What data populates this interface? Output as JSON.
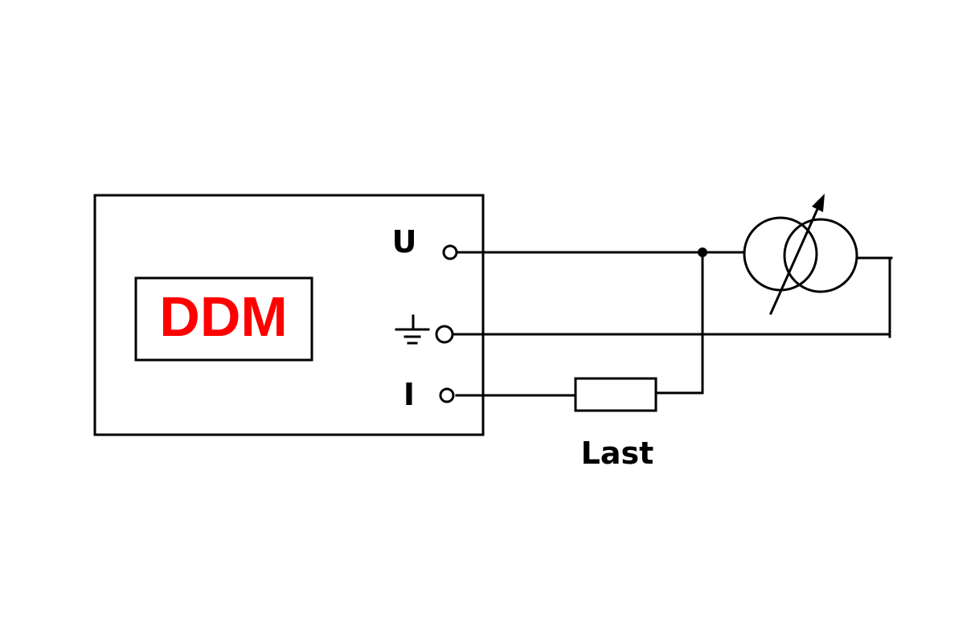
{
  "device": {
    "label": "DDM",
    "label_color": "#ff0000"
  },
  "terminals": {
    "voltage_label": "U",
    "current_label": "I",
    "ground_symbol": "ground-icon"
  },
  "load": {
    "label": "Last"
  },
  "source": {
    "symbol": "variable-transformer-icon"
  },
  "colors": {
    "line": "#000000",
    "background": "#ffffff"
  }
}
